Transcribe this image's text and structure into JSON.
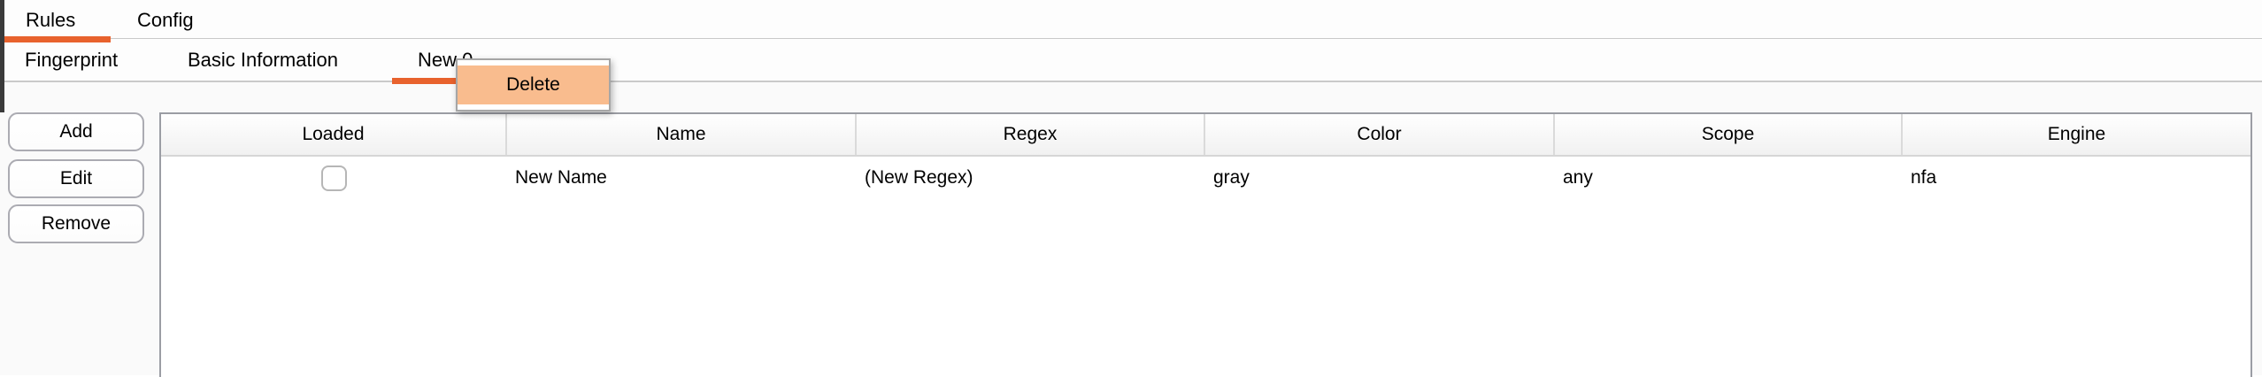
{
  "colors": {
    "accent": "#e8622d",
    "menu-highlight": "#f9bc8e"
  },
  "primary_tabs": {
    "items": [
      {
        "label": "Rules",
        "selected": true
      },
      {
        "label": "Config",
        "selected": false
      }
    ]
  },
  "secondary_tabs": {
    "items": [
      {
        "label": "Fingerprint",
        "selected": false
      },
      {
        "label": "Basic Information",
        "selected": false
      },
      {
        "label": "New 0",
        "selected": true
      }
    ]
  },
  "context_menu": {
    "items": [
      {
        "label": "Delete",
        "highlighted": true
      }
    ]
  },
  "sidebar": {
    "buttons": [
      {
        "label": "Add"
      },
      {
        "label": "Edit"
      },
      {
        "label": "Remove"
      }
    ]
  },
  "table": {
    "columns": [
      "Loaded",
      "Name",
      "Regex",
      "Color",
      "Scope",
      "Engine"
    ],
    "rows": [
      {
        "loaded": false,
        "name": "New Name",
        "regex": "(New Regex)",
        "color": "gray",
        "scope": "any",
        "engine": "nfa"
      }
    ]
  }
}
